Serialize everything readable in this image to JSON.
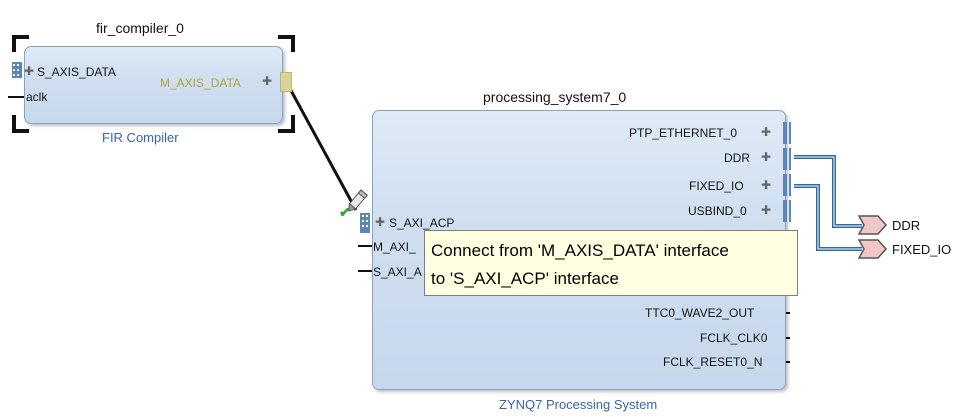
{
  "fir_block": {
    "title": "fir_compiler_0",
    "subtitle": "FIR Compiler",
    "ports": {
      "s_axis_data": "S_AXIS_DATA",
      "aclk": "aclk",
      "m_axis_data": "M_AXIS_DATA"
    }
  },
  "ps_block": {
    "title": "processing_system7_0",
    "subtitle": "ZYNQ7 Processing System",
    "left_ports": [
      "S_AXI_ACP",
      "M_AXI_",
      "S_AXI_A"
    ],
    "right_ports": [
      "PTP_ETHERNET_0",
      "DDR",
      "FIXED_IO",
      "USBIND_0",
      "TTC0_WAVE2_OUT",
      "FCLK_CLK0",
      "FCLK_RESET0_N"
    ]
  },
  "external_ports": [
    "DDR",
    "FIXED_IO"
  ],
  "tooltip": {
    "line1": "Connect from 'M_AXIS_DATA' interface",
    "line2": "to 'S_AXI_ACP' interface"
  },
  "colors": {
    "block_fill": "#cfdff0",
    "block_border": "#8aa3c2",
    "bus_line": "#2f6aa0",
    "tooltip_bg": "#ffffe1",
    "subtitle": "#3a64a8",
    "yellow_port": "#b8a23a"
  },
  "icons": [
    "plus-expand-icon",
    "interface-bus-icon",
    "pencil-cursor-icon",
    "external-port-icon"
  ]
}
